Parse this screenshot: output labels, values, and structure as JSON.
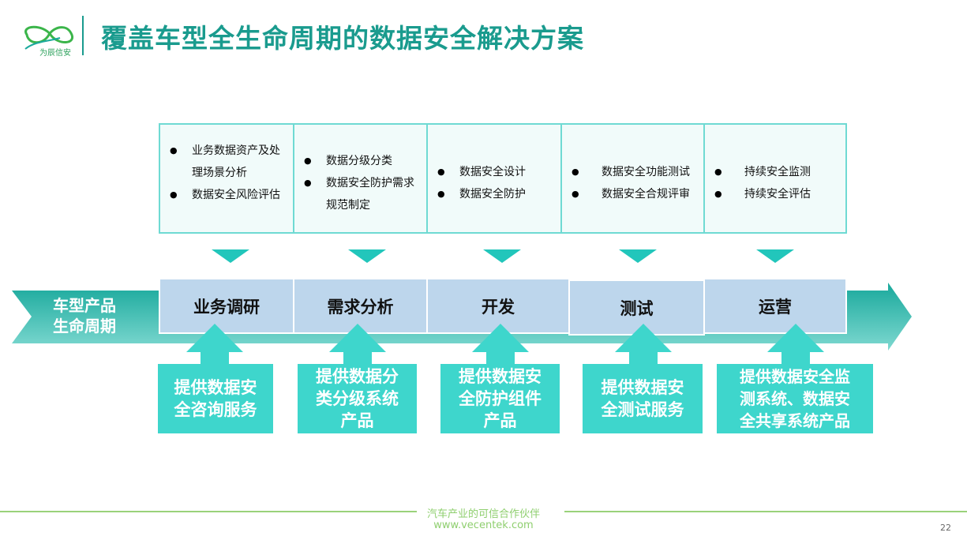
{
  "header": {
    "title": "覆盖车型全生命周期的数据安全解决方案",
    "logo_text": "为辰信安"
  },
  "lifecycle_label": [
    "车型产品",
    "生命周期"
  ],
  "columns": [
    {
      "stage": "业务调研",
      "activities": [
        "业务数据资产及处理场景分析",
        "数据安全风险评估"
      ],
      "service": [
        "提供数据安",
        "全咨询服务"
      ]
    },
    {
      "stage": "需求分析",
      "activities": [
        "数据分级分类",
        "数据安全防护需求规范制定"
      ],
      "service": [
        "提供数据分",
        "类分级系统",
        "产品"
      ]
    },
    {
      "stage": "开发",
      "activities": [
        "数据安全设计",
        "数据安全防护"
      ],
      "service": [
        "提供数据安",
        "全防护组件",
        "产品"
      ]
    },
    {
      "stage": "测试",
      "activities": [
        "数据安全功能测试",
        "数据安全合规评审"
      ],
      "service": [
        "提供数据安",
        "全测试服务"
      ]
    },
    {
      "stage": "运营",
      "activities": [
        "持续安全监测",
        "持续安全评估"
      ],
      "service": [
        "提供数据安全监",
        "测系统、数据安",
        "全共享系统产品"
      ]
    }
  ],
  "footer": {
    "slogan": "汽车产业的可信合作伙伴",
    "website": "www.vecentek.com",
    "page_number": "22"
  },
  "colors": {
    "title": "#1a9b8e",
    "arrow": "#1aa99c",
    "stage_fill": "#bdd6ec",
    "service_fill": "#3ed6cc",
    "box_border": "#6fdad3",
    "footer_line": "#8fcf6f"
  }
}
